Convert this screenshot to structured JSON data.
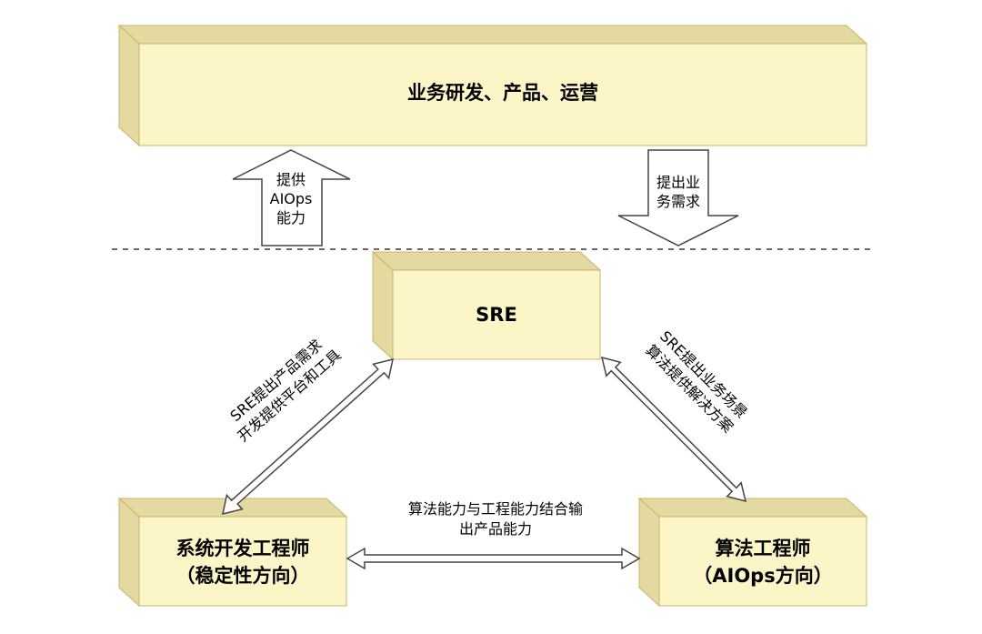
{
  "boxes": {
    "top": {
      "title": "业务研发、产品、运营"
    },
    "sre": {
      "title": "SRE"
    },
    "dev": {
      "line1": "系统开发工程师",
      "line2": "（稳定性方向）"
    },
    "algo": {
      "line1": "算法工程师",
      "line2": "（AIOps方向）"
    }
  },
  "arrows": {
    "up": {
      "line1": "提供",
      "line2": "AIOps",
      "line3": "能力"
    },
    "down": {
      "line1": "提出业",
      "line2": "务需求"
    }
  },
  "links": {
    "sre_dev": {
      "line1": "SRE提出产品需求",
      "line2": "开发提供平台和工具"
    },
    "sre_algo": {
      "line1": "SRE提出业务场景",
      "line2": "算法提供解决方案"
    },
    "dev_algo": {
      "line1": "算法能力与工程能力结合输",
      "line2": "出产品能力"
    }
  },
  "colors": {
    "box_front": "#fcf5c8",
    "box_side": "#e3d9a1",
    "box_stroke": "#c8b56a",
    "arrow_stroke": "#444444",
    "divider": "#666666"
  }
}
